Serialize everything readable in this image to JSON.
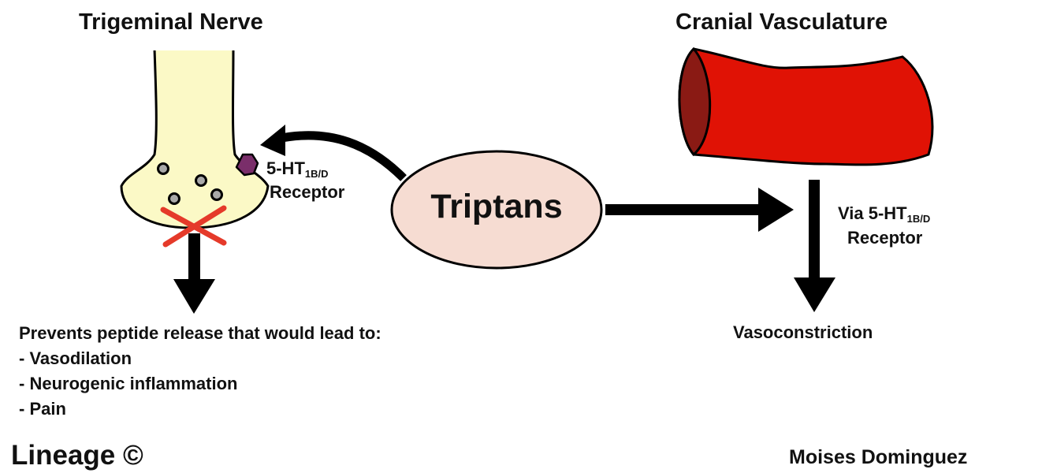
{
  "left_panel": {
    "title": "Trigeminal Nerve",
    "receptor": {
      "prefix": "5-HT",
      "subscript": "1B/D",
      "suffix": "Receptor"
    },
    "effect_intro": "Prevents peptide release that would lead to:",
    "effects": [
      "Vasodilation",
      "Neurogenic inflammation",
      "Pain"
    ]
  },
  "center": {
    "drug": "Triptans"
  },
  "right_panel": {
    "title": "Cranial Vasculature",
    "via": {
      "prefix": "Via 5-HT",
      "subscript": "1B/D",
      "suffix": "Receptor"
    },
    "outcome": "Vasoconstriction"
  },
  "footer": {
    "brand": "Lineage ©",
    "author": "Moises Dominguez"
  },
  "colors": {
    "nerve_fill": "#fbf9c6",
    "vessel_red": "#e01205",
    "vessel_lumen": "#8a1a14",
    "drug_fill": "#f6dcd2",
    "receptor": "#7a2e6a",
    "vesicle": "#a9a9a9",
    "blocked_x": "#e53a2a",
    "stroke": "#000000"
  },
  "icons": [
    "receptor-icon",
    "vesicle-icon",
    "block-x-icon",
    "arrow-icon"
  ]
}
